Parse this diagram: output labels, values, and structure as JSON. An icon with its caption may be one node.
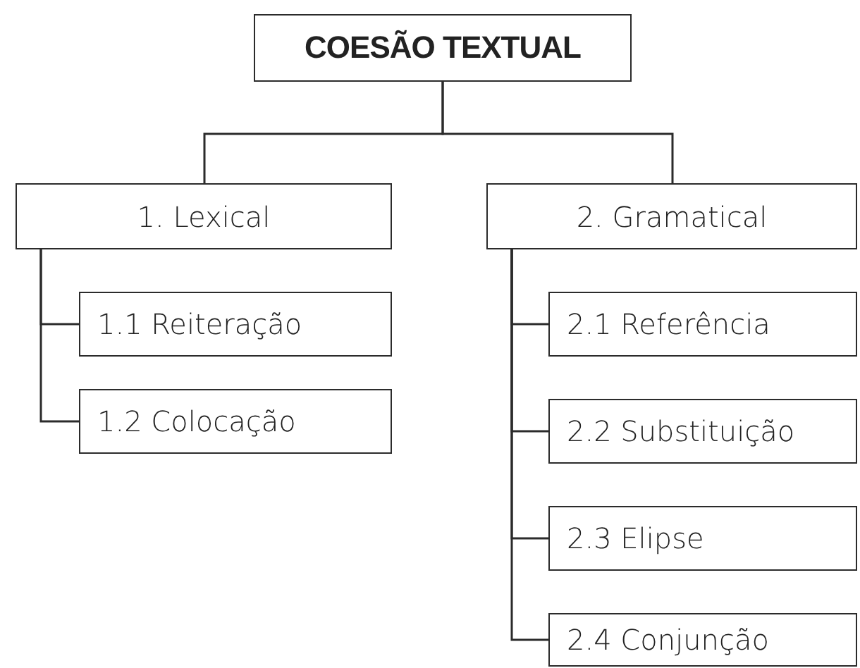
{
  "diagram": {
    "nodes": [
      {
        "text": [
          "COESÃO TEXTUAL"
        ]
      },
      {
        "text": [
          "1. Lexical"
        ]
      },
      {
        "text": [
          "1.1 Reiteração"
        ]
      },
      {
        "text": [
          "1.2 Colocação"
        ]
      },
      {
        "text": [
          "2. Gramatical"
        ]
      },
      {
        "text": [
          "2.1 Referência"
        ]
      },
      {
        "text": [
          "2.2 Substituição"
        ]
      },
      {
        "text": [
          "2.3 Elipse"
        ]
      },
      {
        "text": [
          "2.4 Conjunção"
        ]
      }
    ],
    "edges": [
      {
        "from": 0,
        "to": 1,
        "arrow": "none"
      },
      {
        "from": 0,
        "to": 4,
        "arrow": "none"
      },
      {
        "from": 1,
        "to": 2,
        "arrow": "none"
      },
      {
        "from": 1,
        "to": 3,
        "arrow": "none"
      },
      {
        "from": 4,
        "to": 5,
        "arrow": "none"
      },
      {
        "from": 4,
        "to": 6,
        "arrow": "none"
      },
      {
        "from": 4,
        "to": 7,
        "arrow": "none"
      },
      {
        "from": 4,
        "to": 8,
        "arrow": "none"
      }
    ]
  }
}
